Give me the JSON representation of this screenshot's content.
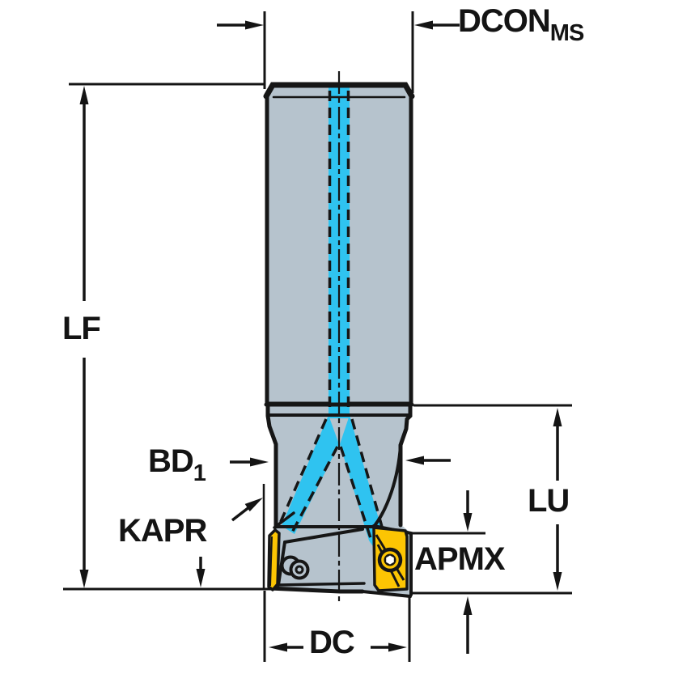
{
  "diagram": {
    "type": "tool-dimension-drawing",
    "subject": "indexable square-shoulder end mill with internal coolant",
    "labels": {
      "dcon": {
        "main": "DCON",
        "sub": "MS"
      },
      "lf": {
        "main": "LF"
      },
      "bd1": {
        "main": "BD",
        "sub": "1"
      },
      "kapr": {
        "main": "KAPR"
      },
      "lu": {
        "main": "LU"
      },
      "apmx": {
        "main": "APMX"
      },
      "dc": {
        "main": "DC"
      }
    },
    "colors": {
      "bg": "#ffffff",
      "body": "#b6c3cd",
      "outline": "#161616",
      "coolant": "#2fc3f0",
      "insert": "#fcc503",
      "dim": "#141414",
      "screw_center": "#ffffff"
    }
  }
}
